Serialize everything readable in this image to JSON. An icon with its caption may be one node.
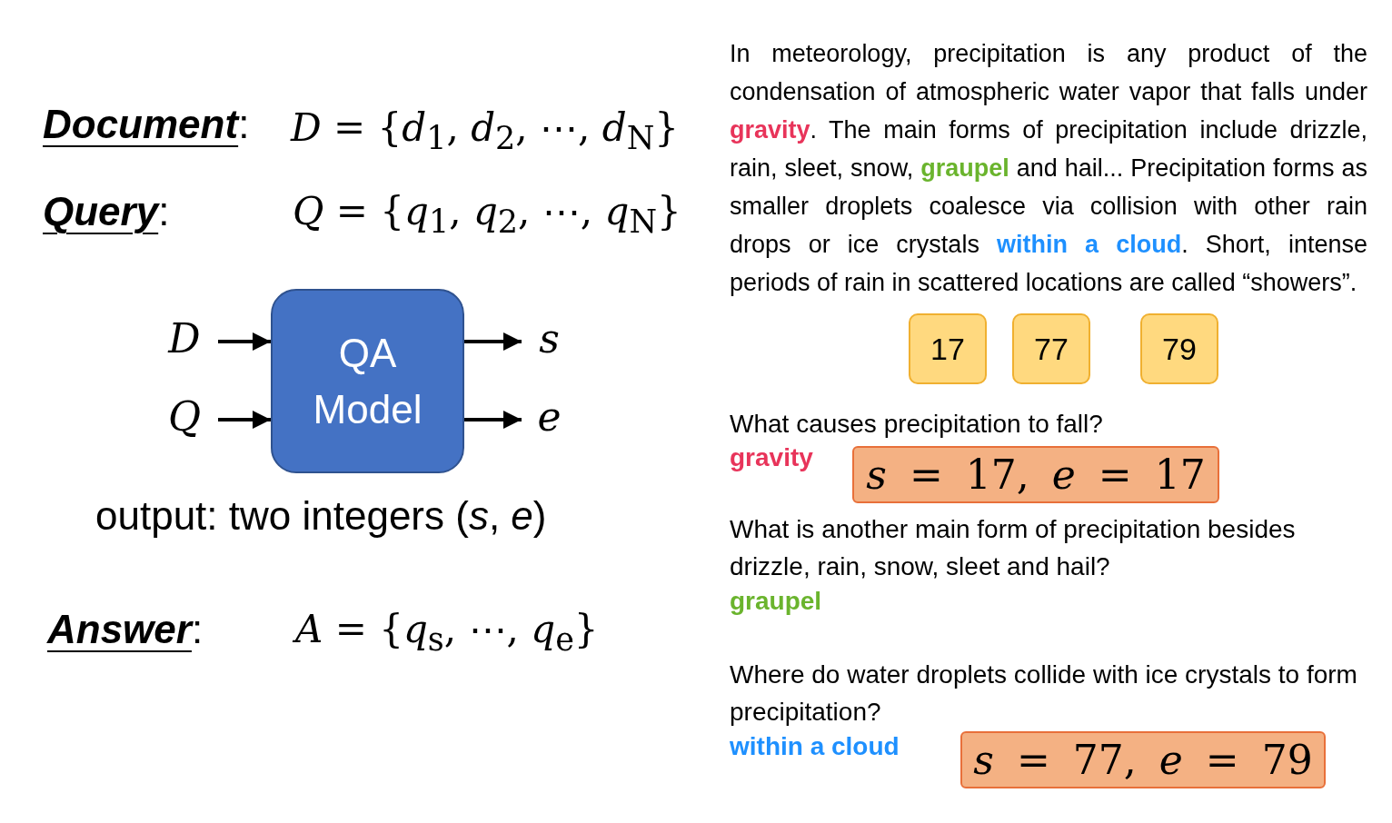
{
  "diagram": {
    "nodes": [
      {
        "text": [
          "D"
        ]
      },
      {
        "text": [
          "Q"
        ]
      },
      {
        "text": [
          "QA Model"
        ]
      },
      {
        "text": [
          "s"
        ]
      },
      {
        "text": [
          "e"
        ]
      },
      {
        "text": [
          "17"
        ]
      },
      {
        "text": [
          "77"
        ]
      },
      {
        "text": [
          "79"
        ]
      },
      {
        "text": [
          "*s* = 17, *e* = 17"
        ]
      },
      {
        "text": [
          "*s* = 77, *e* = 79"
        ]
      }
    ],
    "edges": [
      {
        "from": 0,
        "to": 2,
        "arrow": "to"
      },
      {
        "from": 1,
        "to": 2,
        "arrow": "to"
      },
      {
        "from": 2,
        "to": 3,
        "arrow": "to"
      },
      {
        "from": 2,
        "to": 4,
        "arrow": "to"
      }
    ],
    "labels": [
      "**Document**:",
      "*D* = {*d*$_{1}$, *d*$_{2}$, ⋯, *d*$_{N}$}",
      "**Query**:",
      "*Q* = {*q*$_{1}$, *q*$_{2}$, ⋯, *q*$_{N}$}",
      "output: two integers (*s*, *e*)",
      "**Answer**:",
      "*A* = {*q*$_{s}$, ⋯, *q*$_{e}$}",
      "In meteorology, precipitation is any product of the condensation of atmospheric water vapor that falls under **gravity**. The main forms of precipitation include drizzle, rain, sleet, snow, **graupel** and hail... Precipitation forms as smaller droplets coalesce via collision with other rain drops or ice crystals **within a cloud**. Short, intense periods of rain in scattered locations are called “showers”.",
      "What causes precipitation to fall?",
      "gravity",
      "What is another main form of precipitation besides drizzle, rain, snow, sleet and hail?",
      "graupel",
      "Where do water droplets collide with ice crystals to form precipitation?",
      "within a cloud"
    ]
  }
}
